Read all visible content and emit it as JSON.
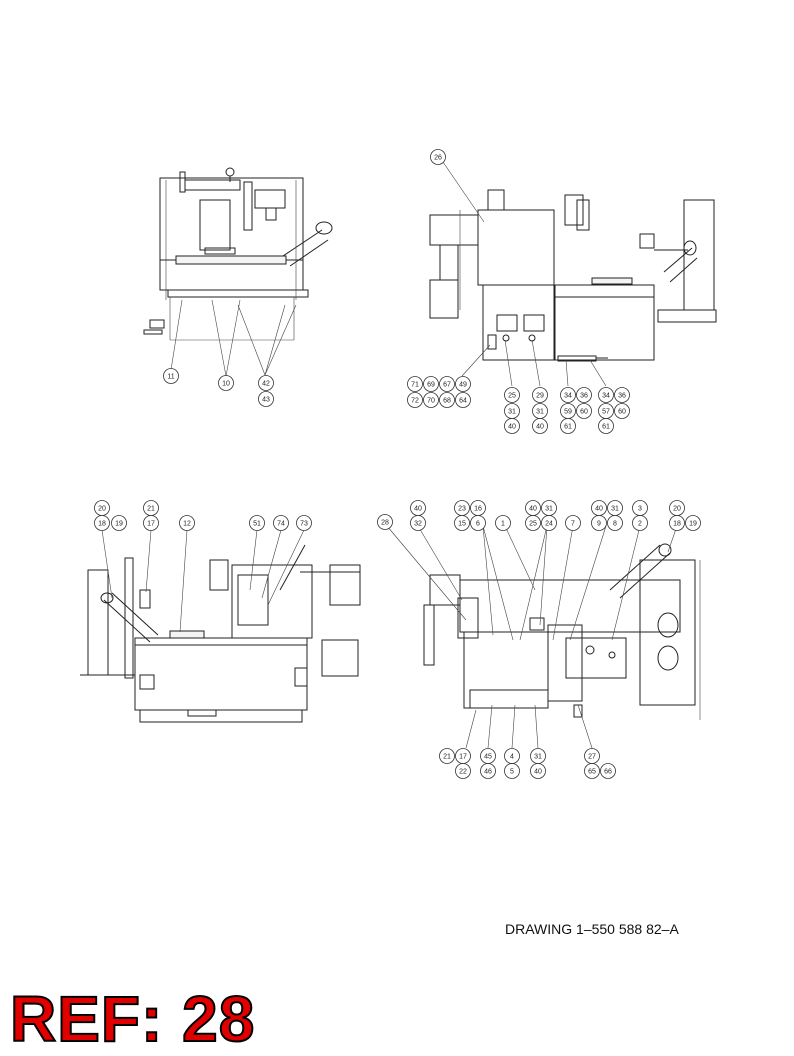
{
  "drawing_number": "DRAWING 1–550 588 82–A",
  "ref_label": "REF: 28",
  "callouts": {
    "view_top_left": [
      "11",
      "10",
      "42",
      "43"
    ],
    "view_top_right": [
      "26",
      "71",
      "69",
      "67",
      "49",
      "72",
      "70",
      "68",
      "64",
      "25",
      "31",
      "40",
      "29",
      "31",
      "40",
      "34",
      "36",
      "59",
      "60",
      "61",
      "34",
      "36",
      "57",
      "60",
      "61"
    ],
    "view_bottom_left": [
      "20",
      "18",
      "19",
      "21",
      "17",
      "12",
      "51",
      "74",
      "73"
    ],
    "view_bottom_right": [
      "28",
      "40",
      "32",
      "23",
      "16",
      "15",
      "6",
      "1",
      "40",
      "31",
      "25",
      "24",
      "7",
      "40",
      "31",
      "9",
      "8",
      "3",
      "2",
      "20",
      "18",
      "19",
      "21",
      "17",
      "22",
      "45",
      "46",
      "4",
      "5",
      "31",
      "40",
      "27",
      "65",
      "66"
    ]
  }
}
